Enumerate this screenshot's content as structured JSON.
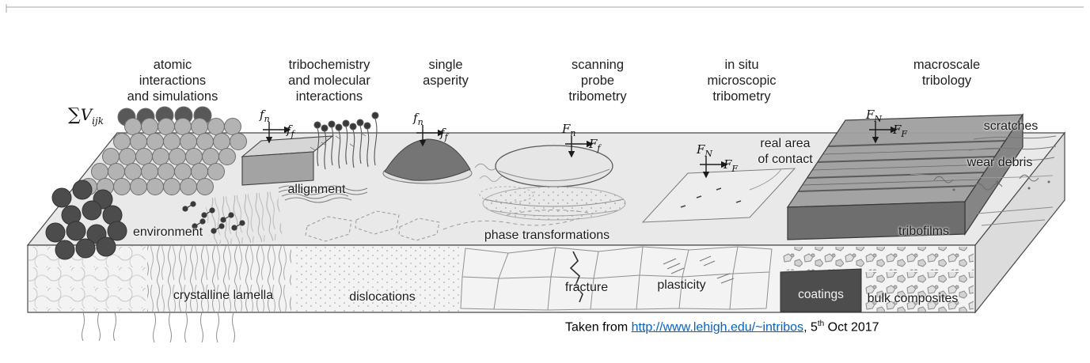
{
  "figure": {
    "columns": [
      {
        "label": [
          "atomic",
          "interactions",
          "and simulations"
        ]
      },
      {
        "label": [
          "tribochemistry",
          "and molecular",
          "interactions"
        ]
      },
      {
        "label": [
          "single",
          "asperity"
        ]
      },
      {
        "label": [
          "scanning",
          "probe",
          "tribometry"
        ]
      },
      {
        "label": [
          "in situ",
          "microscopic",
          "tribometry"
        ]
      },
      {
        "label": [
          "macroscale",
          "tribology"
        ]
      }
    ],
    "math": {
      "sigma": "∑",
      "symbol": "V",
      "subscript": "ijk"
    },
    "forces": {
      "tribochemistry": {
        "n": "f",
        "n_sub": "n",
        "f": "f",
        "f_sub": "f"
      },
      "single_asperity": {
        "n": "f",
        "n_sub": "n",
        "f": "f",
        "f_sub": "f"
      },
      "scanning_probe": {
        "n": "F",
        "n_sub": "n",
        "f": "F",
        "f_sub": "f"
      },
      "in_situ": {
        "n": "F",
        "n_sub": "N",
        "f": "F",
        "f_sub": "F"
      },
      "macroscale": {
        "n": "F",
        "n_sub": "N",
        "f": "F",
        "f_sub": "F"
      }
    },
    "labels": {
      "alignment": "allignment",
      "environment": "environment",
      "real_area": [
        "real area",
        "of contact"
      ],
      "scratches": "scratches",
      "wear_debris": "wear debris",
      "tribofilms": "tribofilms",
      "phase_transformations": "phase transformations",
      "crystalline_lamella": "crystalline lamella",
      "dislocations": "dislocations",
      "fracture": "fracture",
      "plasticity": "plasticity",
      "coatings": "coatings",
      "bulk_composites": "bulk composites"
    }
  },
  "caption": {
    "prefix": "Taken from ",
    "link": "http://www.lehigh.edu/~intribos",
    "separator": ", ",
    "date_day": "5",
    "date_ordinal": "th",
    "date_rest": " Oct 2017"
  },
  "colors": {
    "link_blue": "#0563c1",
    "slab_top": "#e9e9e9",
    "slab_front": "#f3f3f3",
    "slab_side": "#dcdcdc",
    "macroscale_block": "#6e6e6e",
    "coating_band": "#4d4d4d",
    "text": "#1c1c1c"
  }
}
